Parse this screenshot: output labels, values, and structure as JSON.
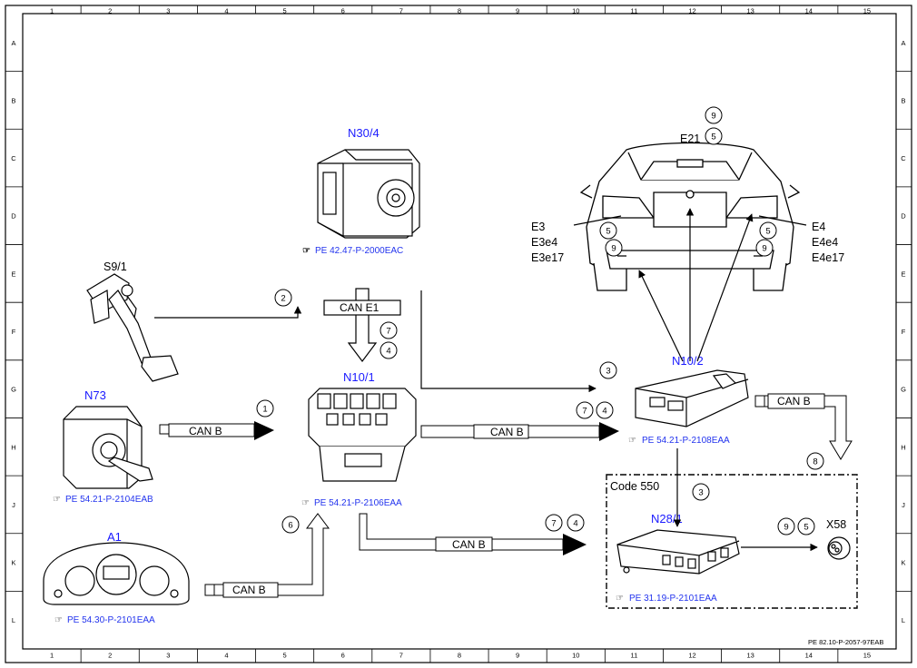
{
  "frame": {
    "cols": [
      "1",
      "2",
      "3",
      "4",
      "5",
      "6",
      "7",
      "8",
      "9",
      "10",
      "11",
      "12",
      "13",
      "14",
      "15"
    ],
    "rows": [
      "A",
      "B",
      "C",
      "D",
      "E",
      "F",
      "G",
      "H",
      "J",
      "K",
      "L"
    ]
  },
  "components": {
    "n30_4": {
      "label": "N30/4",
      "ref": "PE 42.47-P-2000EAC"
    },
    "s9_1": {
      "label": "S9/1"
    },
    "n73": {
      "label": "N73",
      "ref": "PE 54.21-P-2104EAB"
    },
    "a1": {
      "label": "A1",
      "ref": "PE 54.30-P-2101EAA"
    },
    "n10_1": {
      "label": "N10/1",
      "ref": "PE 54.21-P-2106EAA"
    },
    "n10_2": {
      "label": "N10/2",
      "ref": "PE 54.21-P-2108EAA"
    },
    "n28_1": {
      "label": "N28/1",
      "ref": "PE 31.19-P-2101EAA"
    },
    "x58": {
      "label": "X58"
    },
    "e21": {
      "label": "E21"
    },
    "e3": {
      "l1": "E3",
      "l2": "E3e4",
      "l3": "E3e17"
    },
    "e4": {
      "l1": "E4",
      "l2": "E4e4",
      "l3": "E4e17"
    }
  },
  "can": {
    "e1": "CAN E1",
    "b_n73": "CAN B",
    "b_a1": "CAN B",
    "b_mid": "CAN B",
    "b_low": "CAN B",
    "b_n10_2": "CAN B"
  },
  "circles": {
    "c9_top": "9",
    "c5_top": "5",
    "c5_left": "5",
    "c9_left": "9",
    "c5_right": "5",
    "c9_right": "9",
    "c2": "2",
    "c7_e1": "7",
    "c4_e1": "4",
    "c1": "1",
    "c6": "6",
    "c3_n102": "3",
    "c7_n102": "7",
    "c4_n102": "4",
    "c8": "8",
    "c3_code": "3",
    "c7_low": "7",
    "c4_low": "4",
    "c9_x58": "9",
    "c5_x58": "5"
  },
  "code_box": {
    "label": "Code 550"
  },
  "footer": {
    "doc_id": "PE 82.10-P-2057-97EAB"
  }
}
